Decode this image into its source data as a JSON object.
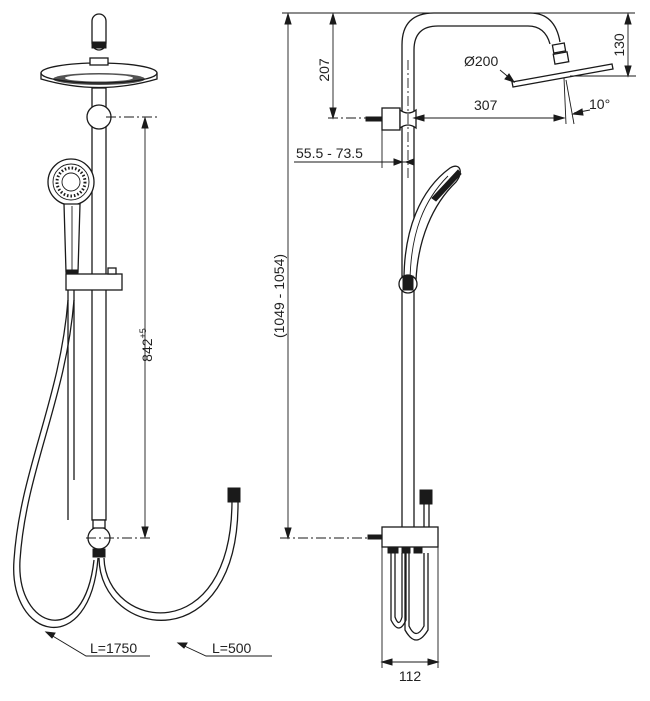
{
  "drawing": {
    "front_view": {
      "dimension_rail": "842",
      "dimension_rail_tolerance": "+5",
      "hose_long_label": "L=1750",
      "hose_short_label": "L=500"
    },
    "side_view": {
      "total_height": "(1049 - 1054)",
      "head_height_above_bracket": "207",
      "head_drop": "130",
      "head_diameter": "Ø200",
      "arm_reach": "307",
      "head_tilt": "10°",
      "wall_distance": "55.5 - 73.5",
      "bottom_width": "112"
    },
    "colors": {
      "line": "#1a1a1a",
      "background": "#ffffff"
    }
  }
}
